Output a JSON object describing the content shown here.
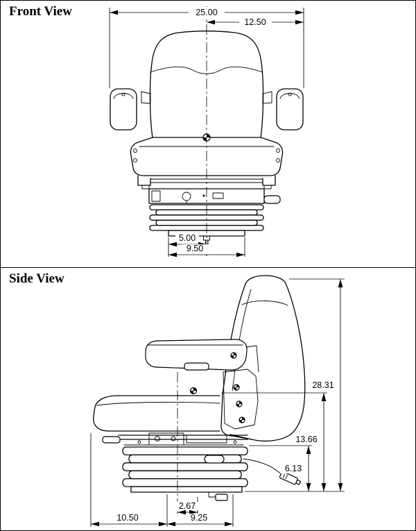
{
  "background": "#ffffff",
  "line_color": "#000000",
  "panels": {
    "front": {
      "title": "Front View",
      "dims": {
        "overall_width": "25.00",
        "half_width": "12.50",
        "mount_width": "5.00",
        "base_width": "9.50"
      }
    },
    "side": {
      "title": "Side View",
      "dims": {
        "overall_height": "28.31",
        "seat_height": "13.66",
        "suspension_height": "6.13",
        "bolt_offset": "2.67",
        "base_depth": "9.25",
        "cushion_depth": "10.50"
      }
    }
  }
}
